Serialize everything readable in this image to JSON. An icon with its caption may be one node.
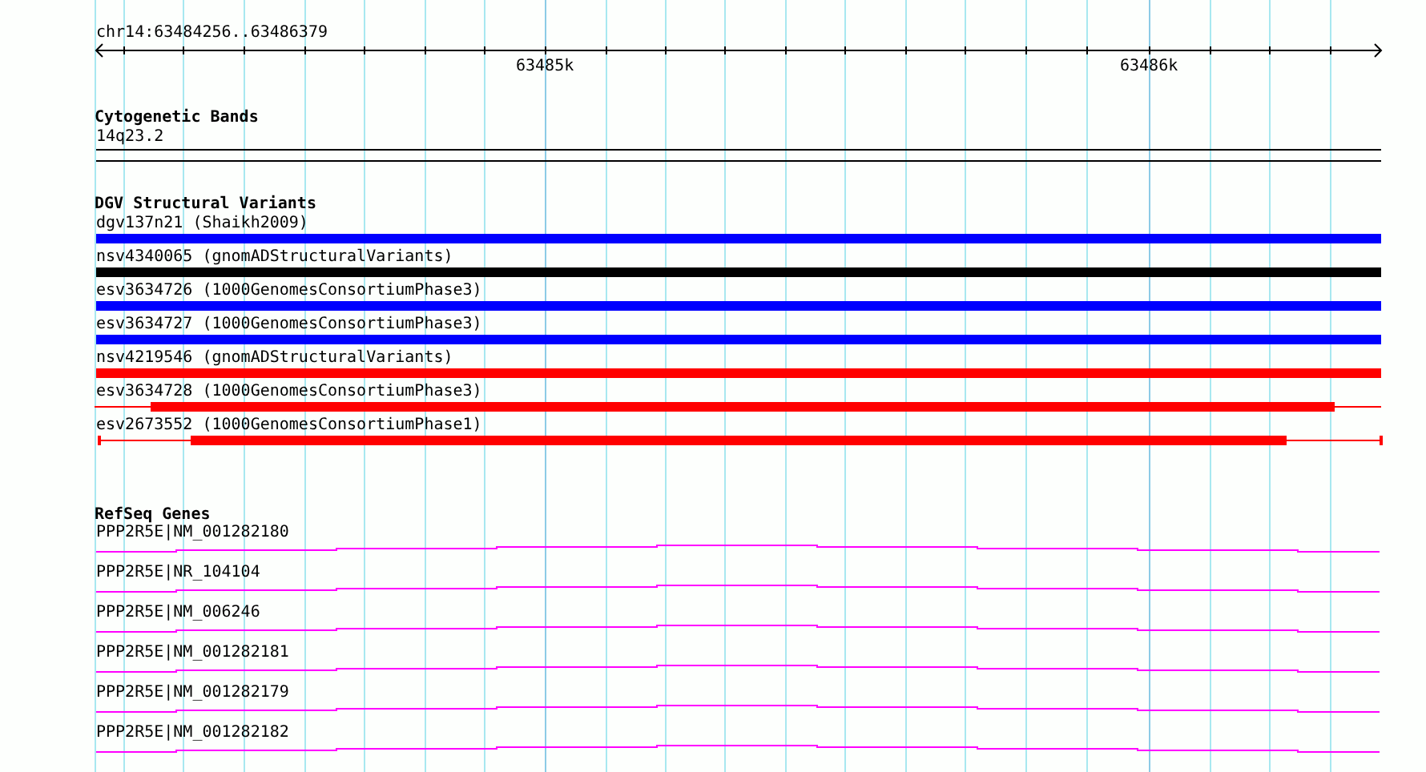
{
  "diagram": {
    "nodes": [
      {
        "text": [
          "14q23.2"
        ]
      },
      {
        "text": [
          "dgv137n21 (Shaikh2009)"
        ]
      },
      {
        "text": [
          "nsv4340065 (gnomADStructuralVariants)"
        ]
      },
      {
        "text": [
          "esv3634726 (1000GenomesConsortiumPhase3)"
        ]
      },
      {
        "text": [
          "esv3634727 (1000GenomesConsortiumPhase3)"
        ]
      },
      {
        "text": [
          "nsv4219546 (gnomADStructuralVariants)"
        ]
      },
      {
        "text": [
          "esv3634728 (1000GenomesConsortiumPhase3)"
        ]
      },
      {
        "text": [
          "esv2673552 (1000GenomesConsortiumPhase1)"
        ]
      },
      {
        "text": [
          "PPP2R5E|NM_001282180"
        ]
      },
      {
        "text": [
          "PPP2R5E|NR_104104"
        ]
      },
      {
        "text": [
          "PPP2R5E|NM_006246"
        ]
      },
      {
        "text": [
          "PPP2R5E|NM_001282181"
        ]
      },
      {
        "text": [
          "PPP2R5E|NM_001282179"
        ]
      },
      {
        "text": [
          "PPP2R5E|NM_001282182"
        ]
      }
    ],
    "labels": [
      "chr14:63484256..63486379",
      "63485k",
      "63486k",
      "Cytogenetic Bands",
      "DGV Structural Variants",
      "RefSeq Genes"
    ]
  }
}
